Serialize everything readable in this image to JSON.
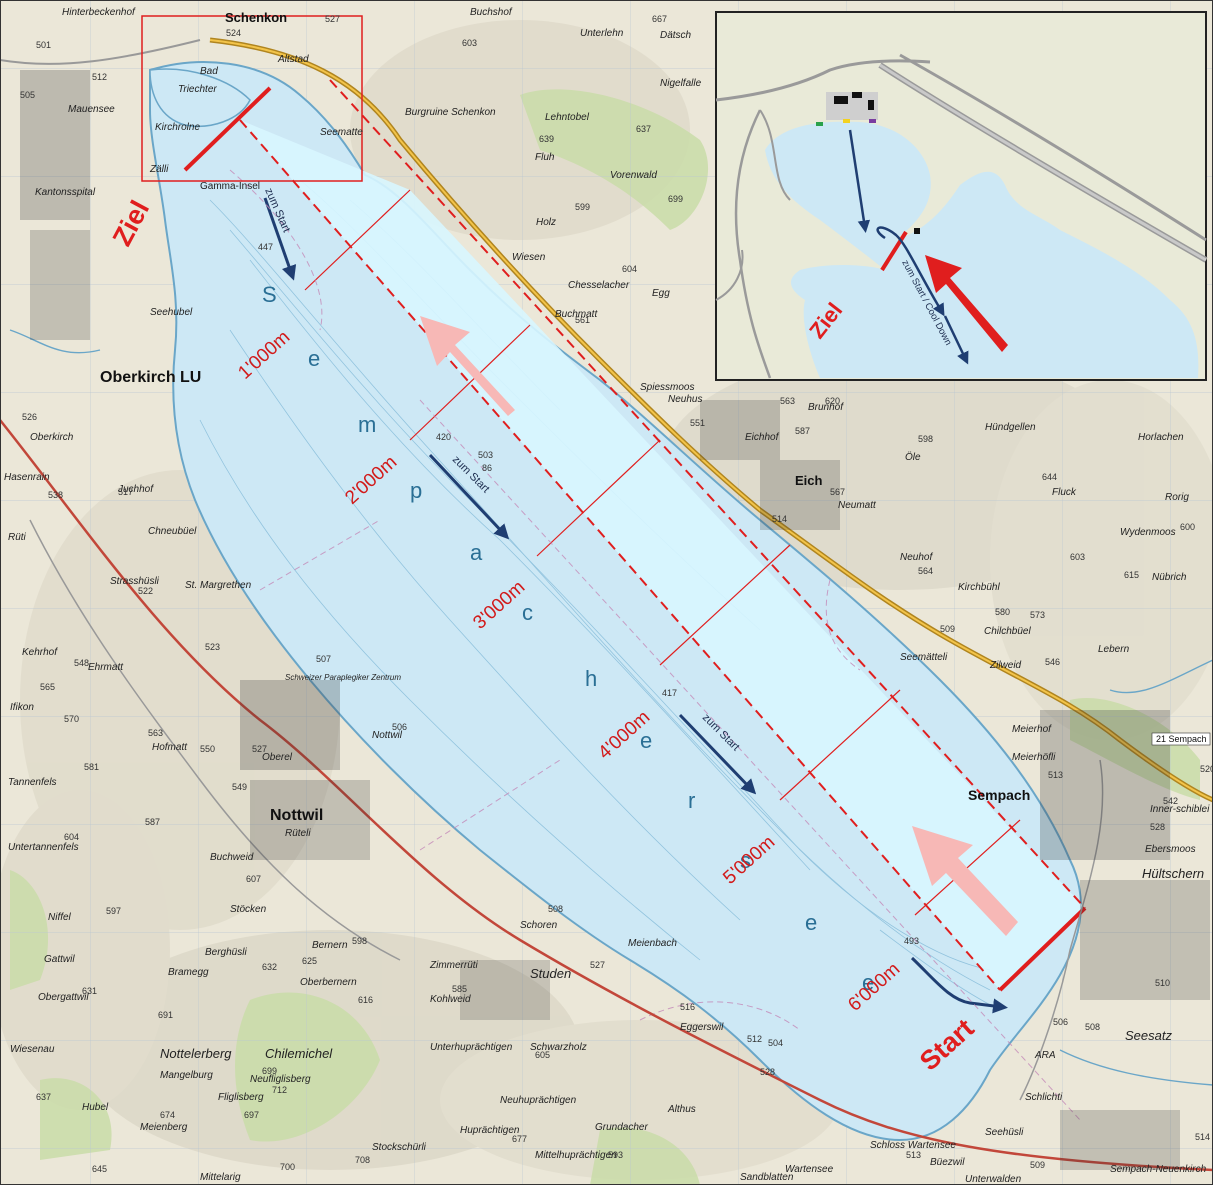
{
  "title": "",
  "colors": {
    "lake": "#cde8f5",
    "course": "#d8f6ff",
    "red": "#e01e1e",
    "arrow_blue": "#1f3e72",
    "arrow_pink": "#f7b8b6",
    "terrain": "#e9e5d6",
    "forest": "#c8dca5",
    "river": "#6aa6c8"
  },
  "labels": {
    "ziel": "Ziel",
    "start": "Start",
    "lake_name": [
      "S",
      "e",
      "m",
      "p",
      "a",
      "c",
      "h",
      "e",
      "r",
      "s",
      "e",
      "e"
    ],
    "distances": [
      "1'000m",
      "2'000m",
      "3'000m",
      "4'000m",
      "5'000m",
      "6'000m"
    ],
    "zum_start": "zum Start",
    "inset_ziel": "Ziel",
    "inset_hint": "zum Start / Cool Down",
    "lake_heights": [
      "447",
      "420",
      "417",
      "493"
    ],
    "lake_small": [
      "503",
      "86",
      "Triechter",
      "Gamma-Insel"
    ]
  },
  "towns": [
    {
      "name": "Schenkon"
    },
    {
      "name": "Oberkirch LU"
    },
    {
      "name": "Nottwil"
    },
    {
      "name": "Eich"
    },
    {
      "name": "Sempach"
    }
  ],
  "places": [
    "Hinterbeckenhof",
    "Buchshof",
    "Unterlehn",
    "Dätsch",
    "Nigelfalle",
    "Mauensee",
    "Altstad",
    "Bad",
    "Kirchrolne",
    "Seematte",
    "Burgruine Schenkon",
    "Lehntobel",
    "Fluh",
    "Vorenwald",
    "Holz",
    "Kantonsspital",
    "Wiesen",
    "Chesselacher",
    "Buchmatt",
    "Egg",
    "Seehubel",
    "Spiessmoos",
    "Neuhus",
    "Brunhof",
    "Hündgellen",
    "Horlachen",
    "Eichhof",
    "Öle",
    "Fluck",
    "Rorig",
    "Neumatt",
    "Wydenmoos",
    "Nübrich",
    "Juchhof",
    "Chneubüel",
    "Strasshüsli",
    "St. Margrethen",
    "Neuhof",
    "Kirchbühl",
    "Lebern",
    "Chilchbüel",
    "Seemätteli",
    "Zilweid",
    "Meierhof",
    "Meierhöfli",
    "Kehrhof",
    "Ehrmatt",
    "Schweizer Paraplegiker Zentrum",
    "Hofmatt",
    "Oberel",
    "Rüteli",
    "Buchweid",
    "Stöcken",
    "Niffel",
    "Gattwil",
    "Obergattwil",
    "Bernern",
    "Oberbernern",
    "Zimmerrüti",
    "Kohlweid",
    "Studen",
    "Meienbach",
    "Schoren",
    "Eggerswil",
    "Bramegg",
    "Berghüsli",
    "Nottelerberg",
    "Chilemichel",
    "Mangelburg",
    "Neufliglisberg",
    "Fliglisberg",
    "Unterhuprächtigen",
    "Schwarzholz",
    "Neuhuprächtigen",
    "Huprächtigen",
    "Grundacher",
    "Mittelhuprächtigen",
    "Althus",
    "Hubel",
    "Meienberg",
    "Mittelarig",
    "Stockschürli",
    "Schloss Wartensee",
    "Wartensee",
    "Büezwil",
    "Unterwalden",
    "Seehüsli",
    "Schlichti",
    "ARA",
    "Seesatz",
    "Hültschern",
    "Ebersmoos",
    "Inner-schiblei",
    "Sempach-Neuenkirch",
    "Zälli",
    "Nottwil",
    "Oberkirch",
    "Sandblatten",
    "Wiesenau",
    "Untertannenfels",
    "Tannenfels",
    "Ifikon",
    "Rüti",
    "Hasenrain"
  ],
  "heights_land": [
    "524",
    "527",
    "512",
    "501",
    "505",
    "603",
    "667",
    "637",
    "639",
    "699",
    "599",
    "604",
    "561",
    "551",
    "563",
    "620",
    "598",
    "644",
    "587",
    "567",
    "514",
    "509",
    "564",
    "573",
    "603",
    "615",
    "580",
    "546",
    "513",
    "542",
    "528",
    "520",
    "510",
    "506",
    "508",
    "526",
    "538",
    "517",
    "522",
    "523",
    "507",
    "506",
    "548",
    "565",
    "570",
    "563",
    "550",
    "527",
    "549",
    "581",
    "587",
    "604",
    "607",
    "597",
    "631",
    "691",
    "632",
    "625",
    "598",
    "616",
    "585",
    "527",
    "516",
    "512",
    "605",
    "528",
    "637",
    "645",
    "674",
    "699",
    "712",
    "697",
    "677",
    "708",
    "513",
    "509",
    "504",
    "508",
    "514",
    "600",
    "700",
    "593"
  ],
  "scale_hint": "21 Sempach"
}
